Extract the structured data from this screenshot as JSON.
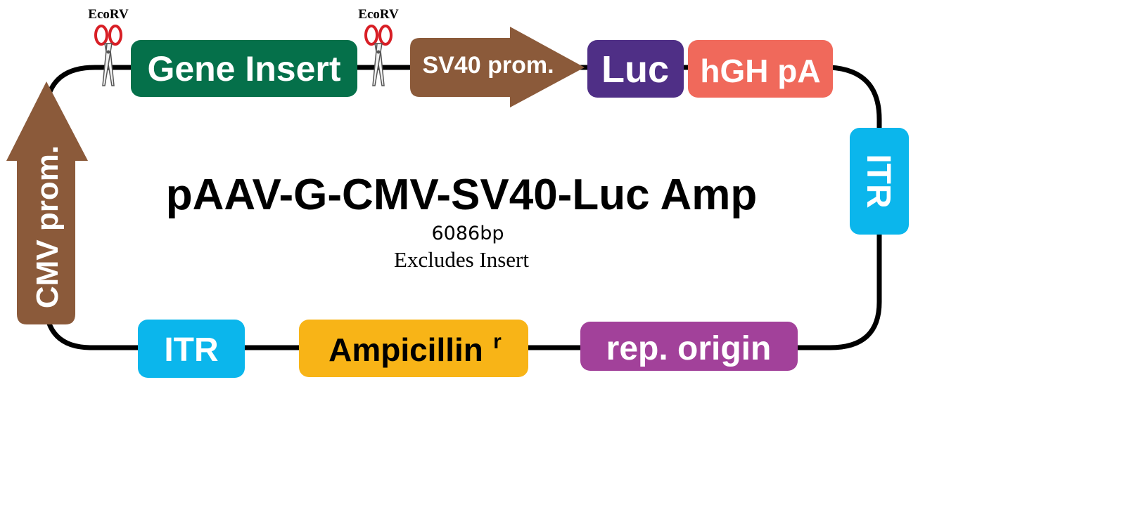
{
  "plasmid": {
    "name": "pAAV-G-CMV-SV40-Luc Amp",
    "size": "6086bp",
    "note": "Excludes Insert"
  },
  "restriction_sites": {
    "left": "EcoRV",
    "right": "EcoRV"
  },
  "features": {
    "gene_insert": {
      "label": "Gene Insert",
      "color": "#05704a"
    },
    "sv40_prom": {
      "label": "SV40 prom.",
      "color": "#8b5a3a"
    },
    "luc": {
      "label": "Luc",
      "color": "#4f2f86"
    },
    "hgh_pa": {
      "label": "hGH pA",
      "color": "#f0695b"
    },
    "itr_right": {
      "label": "ITR",
      "color": "#0bb6ec"
    },
    "rep_origin": {
      "label": "rep. origin",
      "color": "#a2419a"
    },
    "ampicillin": {
      "label": "Ampicillin",
      "superscript": "r",
      "color": "#f8b417"
    },
    "itr_left": {
      "label": "ITR",
      "color": "#0bb6ec"
    },
    "cmv_prom": {
      "label": "CMV prom.",
      "color": "#8b5a3a"
    }
  },
  "icons": {
    "cut_site": "scissors-icon"
  }
}
